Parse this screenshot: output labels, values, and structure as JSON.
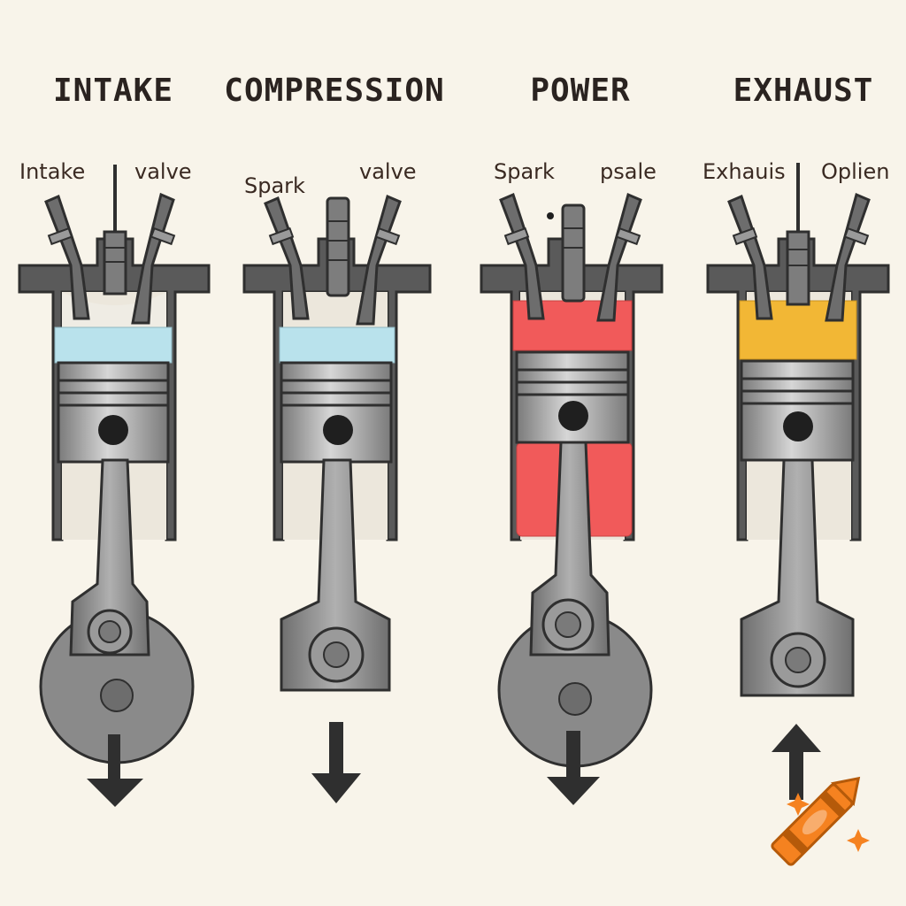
{
  "stages": [
    {
      "title": "INTAKE",
      "labels": [
        "Intake",
        "valve"
      ],
      "chamber_color": "#b9e2ec",
      "direction": "down"
    },
    {
      "title": "COMPRESSION",
      "labels": [
        "Spark",
        "valve"
      ],
      "chamber_color": "#b9e2ec",
      "direction": "down"
    },
    {
      "title": "POWER",
      "labels": [
        "Spark",
        "psale"
      ],
      "chamber_color": "#f15a5a",
      "direction": "down"
    },
    {
      "title": "EXHAUST",
      "labels": [
        "Exhauis",
        "Oplien"
      ],
      "chamber_color": "#f2b735",
      "direction": "up"
    }
  ],
  "colors": {
    "metal": "#8b8b8b",
    "outline": "#2f2f2f",
    "background": "#f8f4ea"
  },
  "icons": {
    "arrow": "arrow-icon",
    "logo": "crayon-logo-icon"
  }
}
